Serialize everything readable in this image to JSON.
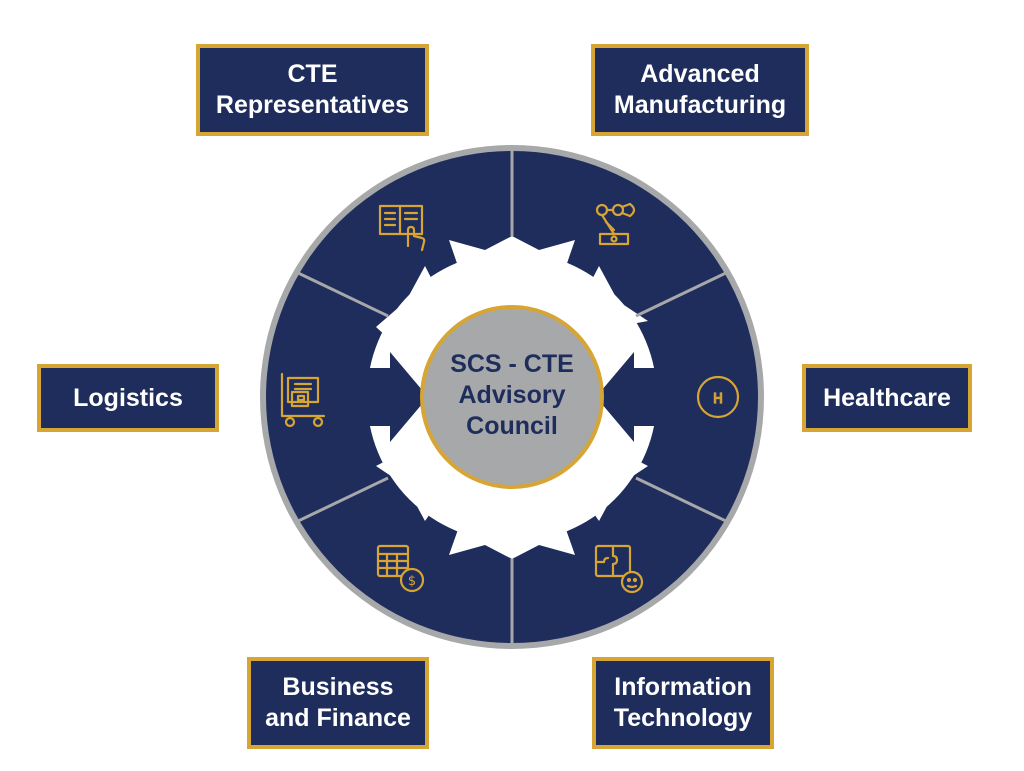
{
  "colors": {
    "navy": "#1f2d5c",
    "gold": "#d6a534",
    "gray": "#a7a8aa",
    "white": "#ffffff"
  },
  "hub": {
    "line1": "SCS - CTE",
    "line2": "Advisory",
    "line3": "Council"
  },
  "boxes": {
    "cte_representatives": {
      "line1": "CTE",
      "line2": "Representatives"
    },
    "advanced_manufacturing": {
      "line1": "Advanced",
      "line2": "Manufacturing"
    },
    "logistics": {
      "line1": "Logistics"
    },
    "healthcare": {
      "line1": "Healthcare"
    },
    "business_finance": {
      "line1": "Business",
      "line2": "and Finance"
    },
    "information_technology": {
      "line1": "Information",
      "line2": "Technology"
    }
  },
  "icons": {
    "cte_representatives": "book-hand-icon",
    "advanced_manufacturing": "robot-arm-icon",
    "logistics": "hand-truck-boxes-icon",
    "healthcare": "hospital-sign-icon",
    "business_finance": "spreadsheet-dollar-icon",
    "information_technology": "puzzle-board-icon"
  },
  "healthcare_icon_letter": "H",
  "finance_icon_symbol": "$"
}
